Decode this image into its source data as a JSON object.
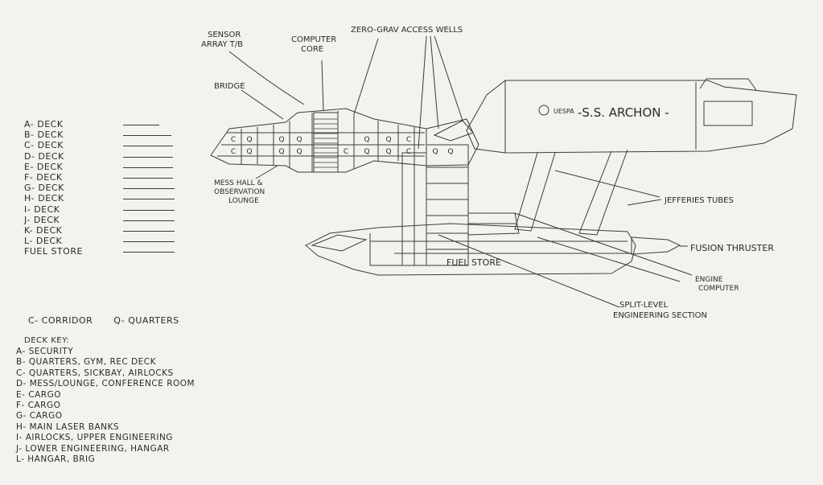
{
  "callouts": {
    "sensor_array_line1": "SENSOR",
    "sensor_array_line2": "ARRAY T/B",
    "computer_core_line1": "COMPUTER",
    "computer_core_line2": "CORE",
    "zero_grav": "ZERO-GRAV ACCESS WELLS",
    "bridge": "BRIDGE",
    "mess_hall_line1": "MESS HALL &",
    "mess_hall_line2": "OBSERVATION",
    "mess_hall_line3": "LOUNGE",
    "jefferies": "JEFFERIES TUBES",
    "fusion_thruster": "FUSION THRUSTER",
    "engine_computer_line1": "ENGINE",
    "engine_computer_line2": "COMPUTER",
    "split_level_line1": "SPLIT-LEVEL",
    "split_level_line2": "ENGINEERING SECTION",
    "fuel_store": "FUEL STORE"
  },
  "hull": {
    "insignia": "UESPA",
    "ship_name": "-S.S. ARCHON -"
  },
  "compartments": {
    "c": "C",
    "q": "Q"
  },
  "deck_legend": [
    "A- DECK",
    "B- DECK",
    "C- DECK",
    "D- DECK",
    "E- DECK",
    "F- DECK",
    "G- DECK",
    "H- DECK",
    "I- DECK",
    "J- DECK",
    "K- DECK",
    "L- DECK",
    "FUEL STORE"
  ],
  "abbreviations": {
    "corridor": "C- CORRIDOR",
    "quarters": "Q- QUARTERS"
  },
  "deck_key": {
    "title": "DECK KEY:",
    "items": [
      "A- SECURITY",
      "B- QUARTERS, GYM, REC DECK",
      "C- QUARTERS, SICKBAY, AIRLOCKS",
      "D- MESS/LOUNGE, CONFERENCE ROOM",
      "E- CARGO",
      "F- CARGO",
      "G- CARGO",
      "H- MAIN LASER BANKS",
      "I- AIRLOCKS, UPPER ENGINEERING",
      "J- LOWER ENGINEERING, HANGAR",
      "L- HANGAR, BRIG"
    ]
  }
}
